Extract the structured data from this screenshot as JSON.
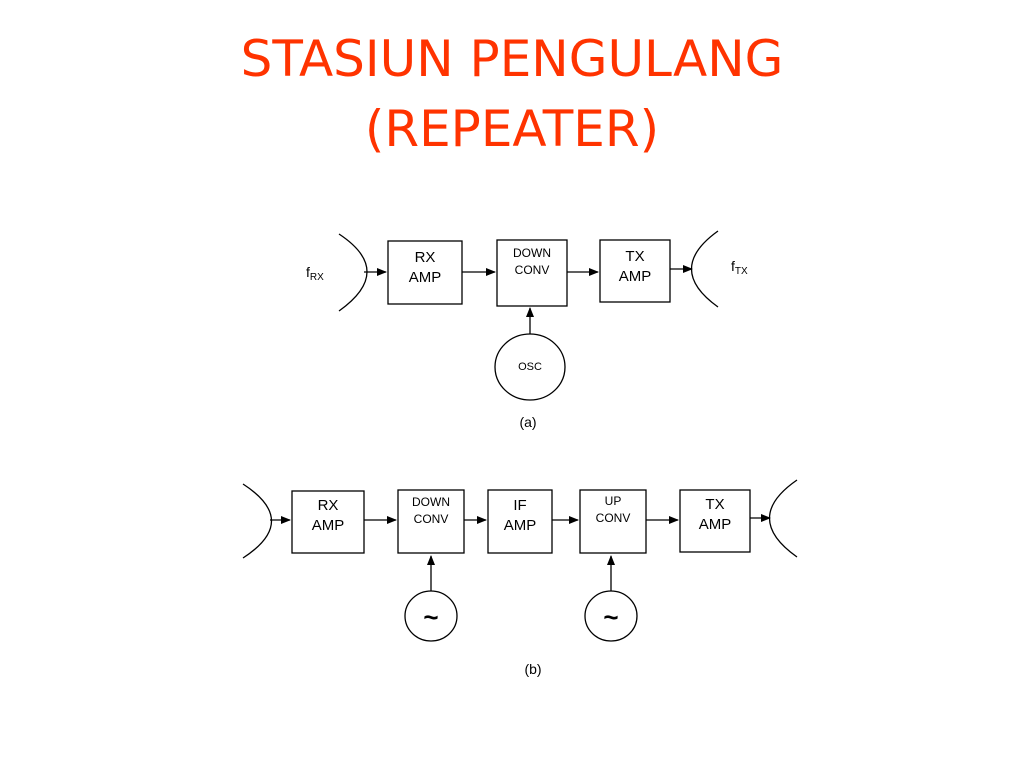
{
  "title": {
    "line1": "STASIUN PENGULANG",
    "line2": "(REPEATER)"
  },
  "diagram_a": {
    "caption": "(a)",
    "input_label": {
      "main": "f",
      "sub": "RX"
    },
    "output_label": {
      "main": "f",
      "sub": "TX"
    },
    "blocks": {
      "rx_amp": [
        "RX",
        "AMP"
      ],
      "down_conv": [
        "DOWN",
        "CONV"
      ],
      "tx_amp": [
        "TX",
        "AMP"
      ]
    },
    "oscillator": "OSC"
  },
  "diagram_b": {
    "caption": "(b)",
    "blocks": {
      "rx_amp": [
        "RX",
        "AMP"
      ],
      "down_conv": [
        "DOWN",
        "CONV"
      ],
      "if_amp": [
        "IF",
        "AMP"
      ],
      "up_conv": [
        "UP",
        "CONV"
      ],
      "tx_amp": [
        "TX",
        "AMP"
      ]
    },
    "oscillator_symbol": "~"
  },
  "colors": {
    "title": "#ff3300",
    "lines": "#000000"
  }
}
